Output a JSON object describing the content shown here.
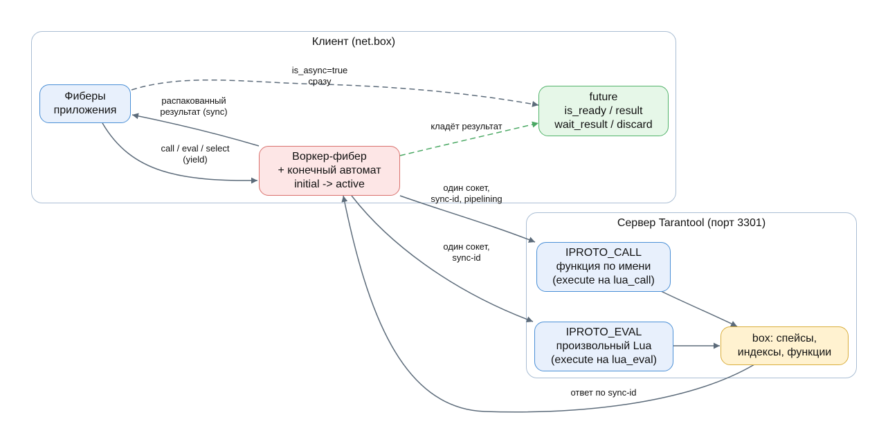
{
  "clusters": {
    "client": {
      "label": "Клиент (net.box)"
    },
    "server": {
      "label": "Сервер Tarantool (порт 3301)"
    }
  },
  "nodes": {
    "app_fibers": {
      "lines": [
        "Фиберы",
        "приложения"
      ]
    },
    "worker": {
      "lines": [
        "Воркер-фибер",
        "+ конечный автомат",
        "initial -> active"
      ]
    },
    "future": {
      "lines": [
        "future",
        "is_ready / result",
        "wait_result / discard"
      ]
    },
    "iproto_call": {
      "lines": [
        "IPROTO_CALL",
        "функция по имени",
        "(execute на lua_call)"
      ]
    },
    "iproto_eval": {
      "lines": [
        "IPROTO_EVAL",
        "произвольный Lua",
        "(execute на lua_eval)"
      ]
    },
    "box": {
      "lines": [
        "box: спейсы,",
        "индексы, функции"
      ]
    }
  },
  "edges": {
    "async": {
      "lines": [
        "is_async=true",
        "сразу"
      ]
    },
    "unpacked": {
      "lines": [
        "распакованный",
        "результат (sync)"
      ]
    },
    "call": {
      "lines": [
        "call / eval / select",
        "(yield)"
      ]
    },
    "puts_result": {
      "lines": [
        "кладёт результат"
      ]
    },
    "to_call": {
      "lines": [
        "один сокет,",
        "sync-id, pipelining"
      ]
    },
    "to_eval": {
      "lines": [
        "один сокет,",
        "sync-id"
      ]
    },
    "reply": {
      "lines": [
        "ответ по sync-id"
      ]
    }
  },
  "colors": {
    "edge": "#5c6b7a",
    "edge_green": "#4aa863",
    "cluster_border": "#a9bdd3"
  }
}
